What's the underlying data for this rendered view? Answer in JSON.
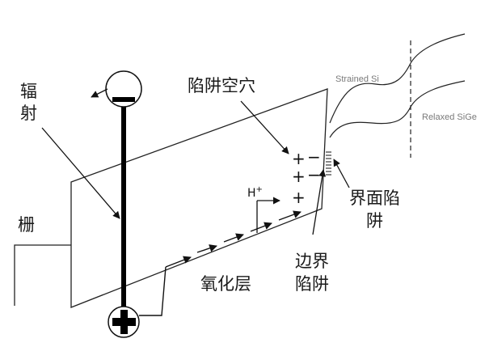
{
  "labels": {
    "radiation": "辐射",
    "radiation_ch1": "辐",
    "radiation_ch2": "射",
    "trap_hole": "陷阱空穴",
    "gate": "栅",
    "oxide": "氧化层",
    "border_trap_line1": "边界",
    "border_trap_line2": "陷阱",
    "interface_trap_line1": "界面陷",
    "interface_trap_line2": "阱",
    "strained_si": "Strained Si",
    "relaxed_sige": "Relaxed SiGe",
    "proton": "H",
    "proton_sup": "+",
    "plus_sign": "+",
    "minus_sign": "−"
  },
  "icons": {
    "electron": "minus-in-circle",
    "hole": "plus-in-circle"
  },
  "colors": {
    "line": "#111111",
    "text": "#1a1a1a",
    "material_label": "#7a7a7a"
  }
}
